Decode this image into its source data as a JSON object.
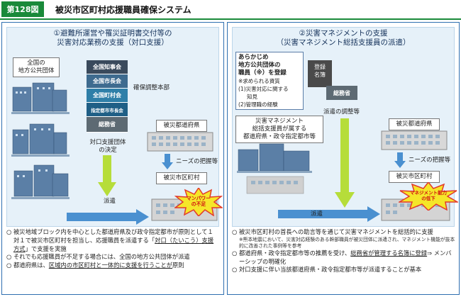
{
  "header": {
    "fig_no": "第128図",
    "title": "被災市区町村応援職員確保システム"
  },
  "left": {
    "title1": "①避難所運営や罹災証明書交付等の",
    "title2": "災害対応業務の支援（対口支援）",
    "local_gov_label1": "全国の",
    "local_gov_label2": "地方公共団体",
    "stack": [
      "全国知事会",
      "全国市長会",
      "全国町村会",
      "指定都市市長会",
      "総務省"
    ],
    "kakuho": "確保調整本部",
    "decision1": "対口支援団体",
    "decision2": "の決定",
    "hisai_pref": "被災都道府県",
    "needs": "ニーズの把握等",
    "hisai_city": "被災市区町村",
    "haken": "派遣",
    "burst1": "マンパワー",
    "burst2": "の不足",
    "notes": [
      [
        "○",
        "被災地域ブロック内を中心とした都道府県及び政令指定都市が原則として１対１で被災市区町村を担当し、応援職員を派遣する「",
        "対口（たいこう）支援方式",
        "」で支援を実施"
      ],
      [
        "○",
        "それでも応援職員が不足する場合には、全国の地方公共団体が派遣"
      ],
      [
        "○",
        "都道府県は、",
        "区域内の市区町村と一体的に支援を行うことが",
        "原則"
      ]
    ]
  },
  "right": {
    "title1": "②災害マネジメントの支援",
    "title2": "（災害マネジメント総括支援員の派遣）",
    "reg1": "あらかじめ",
    "reg2": "地方公共団体の",
    "reg3": "職員（※）を登録",
    "reg4": "※求められる資質",
    "reg5": "(1)災害対応に関する",
    "reg6": "知見",
    "reg7": "(2)管理職の経験",
    "meibo1": "登録",
    "meibo2": "名簿",
    "soumusho": "総務省",
    "adjust": "派遣の調整等",
    "dm1": "災害マネジメント",
    "dm2": "総括支援員が属する",
    "dm3": "都道府県・政令指定都市等",
    "hisai_pref": "被災都道府県",
    "needs": "ニーズの把握等",
    "hisai_city": "被災市区町村",
    "haken": "派遣",
    "burst1": "マネジメント能力",
    "burst2": "の低下",
    "notes": {
      "n1a": "被災市区町村の首長への助言等を通じて災害マネジメントを総括的に支援",
      "n1b": "※熊本地震において、災害対応経験のある幹部職員が被災団体に派遣され、マネジメント機能が抜本的に改善された事例等を参考",
      "n2a": "都道府県・政令指定都市等の推薦を受け、",
      "n2b": "総務省が管理する名簿に登録",
      "n2c": "⇒ メンバーシップの明確化",
      "n3": "対口支援に伴い当該都道府県・政令指定都市等が派遣することが基本"
    }
  }
}
